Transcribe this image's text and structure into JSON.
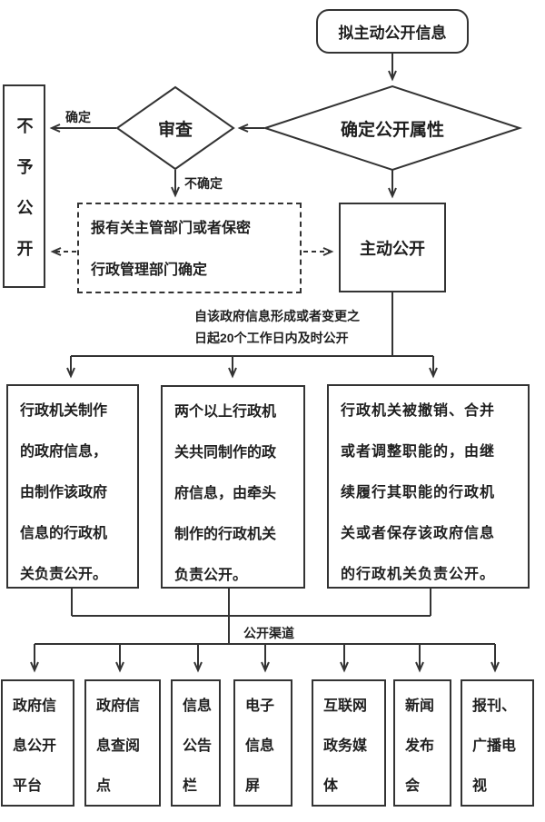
{
  "palette": {
    "line_color": "#333333",
    "text_color": "#1f1f1f",
    "background": "#ffffff"
  },
  "flow": {
    "start": "拟主动公开信息",
    "decide_attribute": "确定公开属性",
    "review": "审查",
    "not_disclose": "不予公开",
    "report_box": "报有关主管部门或者保密\n行政管理部门确定",
    "active_disclosure": "主动公开",
    "label_certain": "确定",
    "label_uncertain": "不确定",
    "deadline_note": "自该政府信息形成或者变更之\n日起20个工作日内及时公开",
    "channels_label": "公开渠道"
  },
  "responsibility": [
    {
      "label": "行政机关制作\n的政府信息，\n由制作该政府\n信息的行政机\n关负责公开。"
    },
    {
      "label": "两个以上行政机\n关共同制作的政\n府信息，由牵头\n制作的行政机关\n负责公开。"
    },
    {
      "label": "行政机关被撤销、合并\n或者调整职能的，由继\n续履行其职能的行政机\n关或者保存该政府信息\n的行政机关负责公开。"
    }
  ],
  "channels": [
    {
      "label": "政府信\n息公开\n平台"
    },
    {
      "label": "政府信\n息查阅\n点"
    },
    {
      "label": "信息\n公告\n栏"
    },
    {
      "label": "电子\n信息\n屏"
    },
    {
      "label": "互联网\n政务媒\n体"
    },
    {
      "label": "新闻\n发布\n会"
    },
    {
      "label": "报刊、\n广播电\n视"
    }
  ]
}
